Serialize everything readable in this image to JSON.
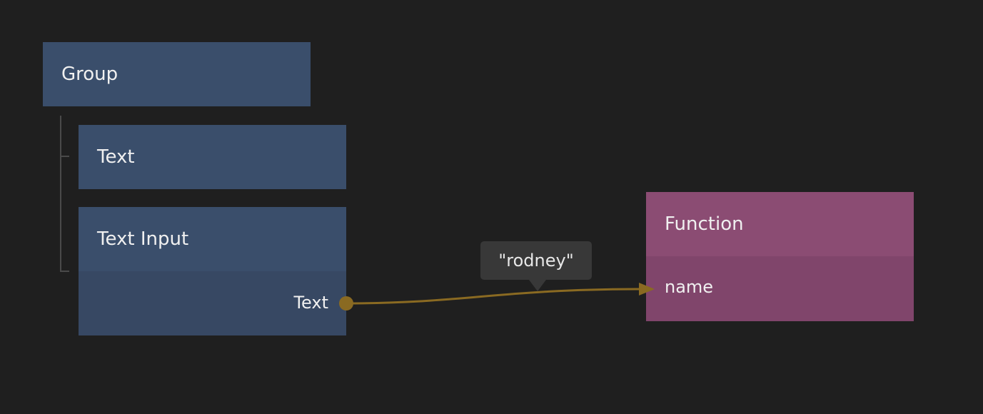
{
  "nodes": {
    "group": {
      "title": "Group"
    },
    "text": {
      "title": "Text"
    },
    "text_input": {
      "title": "Text Input",
      "output_port": "Text"
    },
    "function": {
      "title": "Function",
      "input_port": "name"
    }
  },
  "connection": {
    "value_tooltip": "\"rodney\"",
    "color": "#8a6a22"
  },
  "colors": {
    "background": "#1f1f1f",
    "visual_node": "#3a4e6b",
    "logic_node": "#8b4c73"
  }
}
